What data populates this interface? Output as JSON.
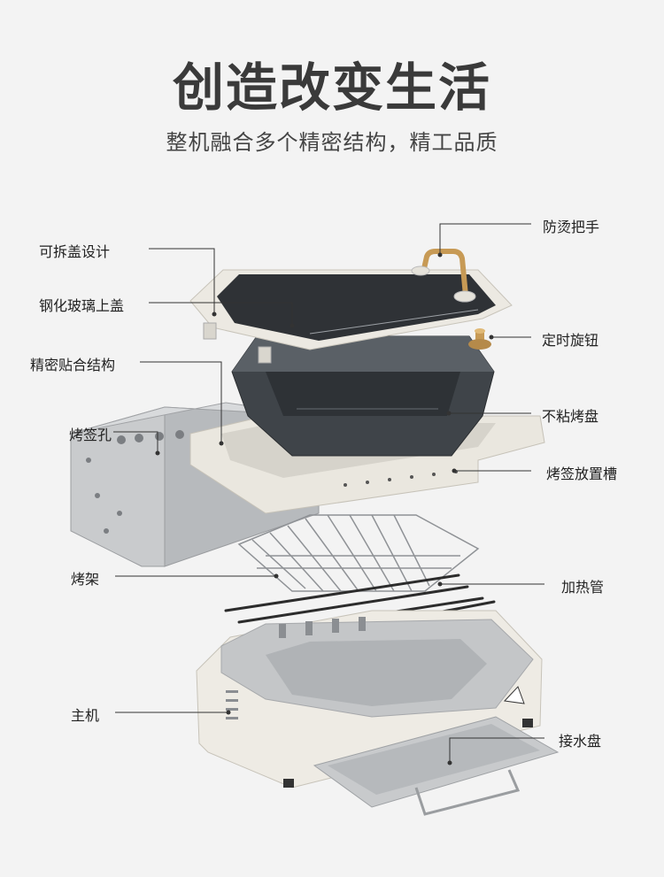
{
  "title": "创造改变生活",
  "subtitle": "整机融合多个精密结构，精工品质",
  "left_labels": {
    "removable_lid": "可拆盖设计",
    "tempered_glass_lid": "钢化玻璃上盖",
    "precision_fit": "精密贴合结构",
    "skewer_holes": "烤签孔",
    "grill_rack": "烤架",
    "main_unit": "主机"
  },
  "right_labels": {
    "anti_scald_handle": "防烫把手",
    "timer_knob": "定时旋钮",
    "nonstick_pan": "不粘烤盘",
    "skewer_slot": "烤签放置槽",
    "heating_tube": "加热管",
    "drip_tray": "接水盘"
  }
}
